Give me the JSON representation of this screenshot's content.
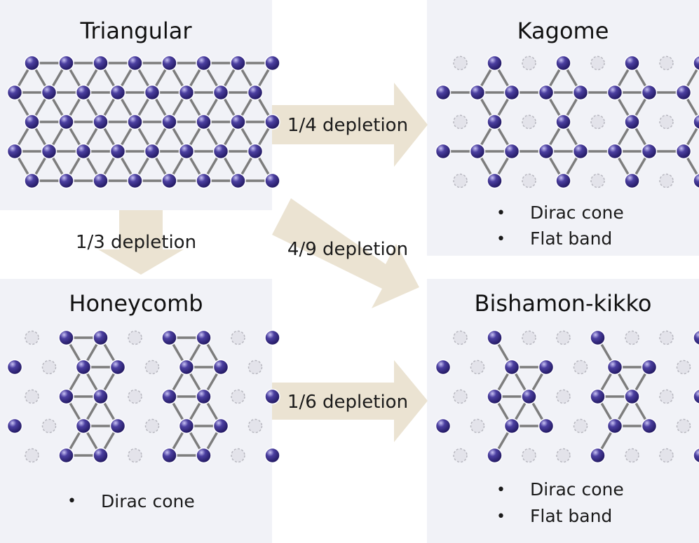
{
  "panels": {
    "triangular": {
      "title": "Triangular",
      "bullets": []
    },
    "kagome": {
      "title": "Kagome",
      "bullets": [
        "Dirac cone",
        "Flat band"
      ]
    },
    "honeycomb": {
      "title": "Honeycomb",
      "bullets": [
        "Dirac cone"
      ]
    },
    "bishamon": {
      "title": "Bishamon-kikko",
      "bullets": [
        "Dirac cone",
        "Flat band"
      ]
    }
  },
  "arrows": {
    "to_kagome": "1/4 depletion",
    "to_honeycomb": "1/3 depletion",
    "to_bishamon_diag": "4/9 depletion",
    "honeycomb_to_bishamon": "1/6 depletion"
  },
  "bullet_symbol": "•",
  "colors": {
    "panel_background": "#f1f2f7",
    "site": "#2a1f7a",
    "site_highlight": "#c9c3f5",
    "bond": "#7d7d7d",
    "vacancy": "#b7b7bf",
    "arrow": "#ebe3d2"
  }
}
